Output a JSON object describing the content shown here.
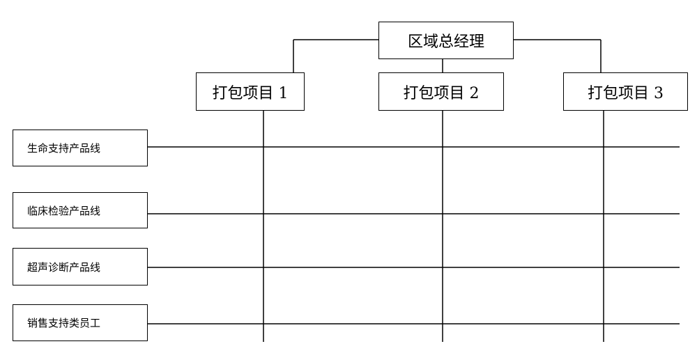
{
  "org_chart": {
    "top": {
      "label": "区域总经理"
    },
    "projects": [
      {
        "label": "打包项目 1"
      },
      {
        "label": "打包项目 2"
      },
      {
        "label": "打包项目 3"
      }
    ],
    "rows": [
      {
        "label": "生命支持产品线"
      },
      {
        "label": "临床检验产品线"
      },
      {
        "label": "超声诊断产品线"
      },
      {
        "label": "销售支持类员工"
      }
    ]
  }
}
